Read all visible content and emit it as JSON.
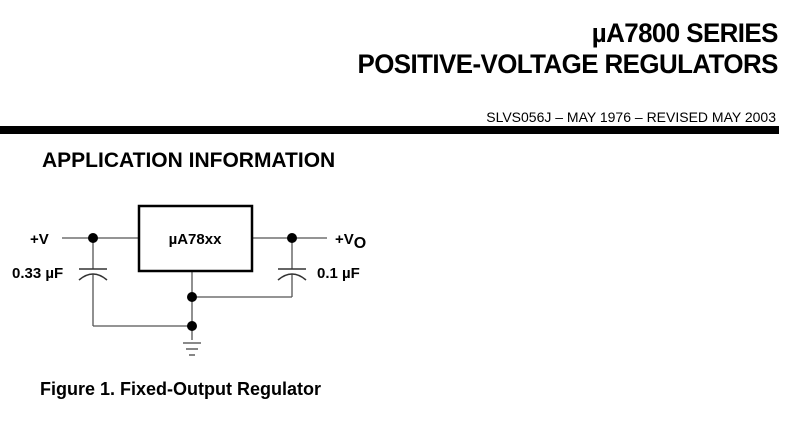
{
  "header": {
    "title_line1": "µA7800 SERIES",
    "title_line2": "POSITIVE-VOLTAGE REGULATORS",
    "revision": "SLVS056J – MAY 1976 – REVISED MAY 2003"
  },
  "section_heading": "APPLICATION INFORMATION",
  "figure": {
    "regulator_label": "µA78xx",
    "input_label": "+V",
    "output_label": "+V",
    "output_subscript": "O",
    "input_cap": "0.33 µF",
    "output_cap": "0.1 µF",
    "caption": "Figure 1. Fixed-Output Regulator"
  }
}
